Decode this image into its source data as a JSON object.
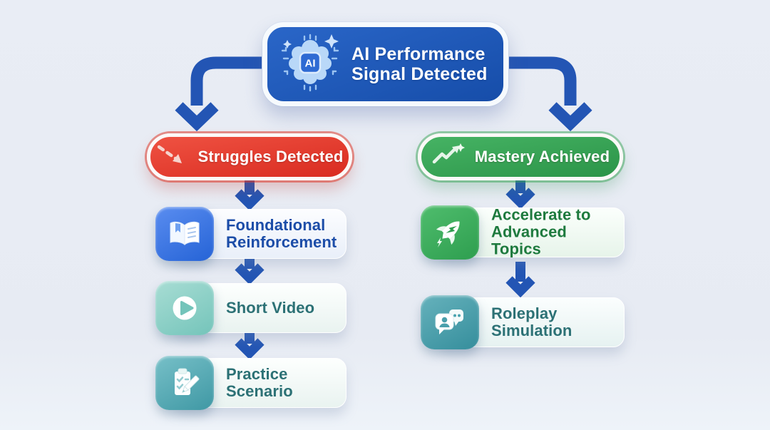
{
  "root": {
    "title": "AI Performance Signal Detected",
    "icon": "ai-brain-chip-icon"
  },
  "branches": [
    {
      "id": "struggles",
      "label": "Struggles Detected",
      "icon": "trend-down-arrow-icon",
      "steps": [
        {
          "label": "Foundational Reinforcement",
          "icon": "open-book-icon"
        },
        {
          "label": "Short Video",
          "icon": "play-icon"
        },
        {
          "label": "Practice Scenario",
          "icon": "clipboard-pencil-icon"
        }
      ]
    },
    {
      "id": "mastery",
      "label": "Mastery Achieved",
      "icon": "trend-up-star-icon",
      "steps": [
        {
          "label": "Accelerate to Advanced Topics",
          "icon": "rocket-icon"
        },
        {
          "label": "Roleplay Simulation",
          "icon": "chat-bubbles-icon"
        }
      ]
    }
  ],
  "colors": {
    "node-blue": "#164da9",
    "node-blue-light": "#2a66c8",
    "arrow-blue": "#2355b4",
    "struggles-red": "#d92b20",
    "struggles-red-light": "#ef5242",
    "mastery-green": "#2b9448",
    "mastery-green-light": "#46b364",
    "tile-blue": "#2563d6",
    "tile-blue-light": "#5a8df0",
    "tile-mint": "#74c4ba",
    "tile-mint-light": "#a8ddd4",
    "tile-teal": "#3f98a4",
    "tile-teal-light": "#77c0c8",
    "tile-green": "#2e9e4f",
    "tile-green-light": "#4fbd6d",
    "tile-cyan": "#358e9c",
    "tile-cyan-light": "#66b2bc",
    "text-blue": "#1c4da8",
    "text-teal": "#2c7175",
    "text-green": "#1e7a3e"
  }
}
